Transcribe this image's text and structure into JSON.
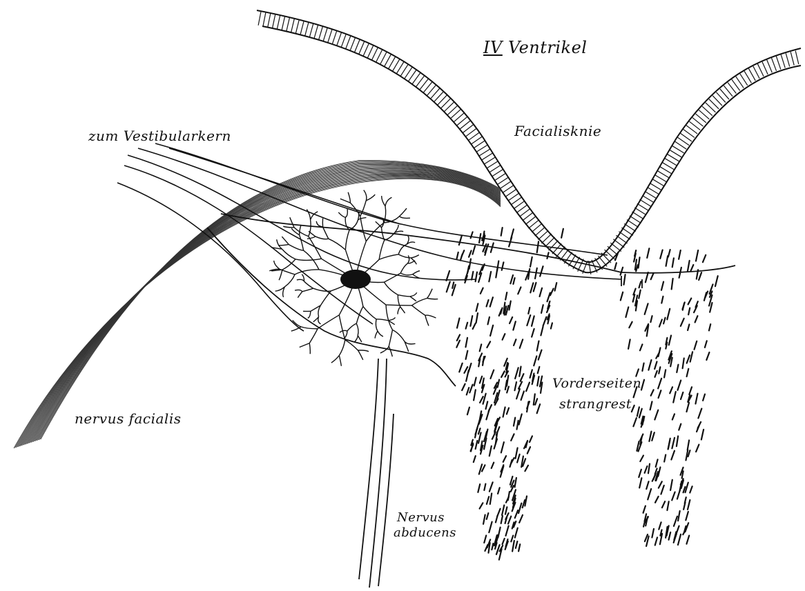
{
  "labels": {
    "ventricle": {
      "numeral": "IV",
      "word": "Ventrikel"
    },
    "facialis_knee": "Facialisknie",
    "to_vestibular_nucleus": "zum Vestibularkern",
    "nervus_facialis": "nervus facialis",
    "anterolateral_line1": "Vorderseiten",
    "anterolateral_line2": "strangrest",
    "abducens_line1": "Nervus",
    "abducens_line2": "abducens"
  },
  "colors": {
    "ink": "#111111",
    "paper": "#ffffff"
  }
}
